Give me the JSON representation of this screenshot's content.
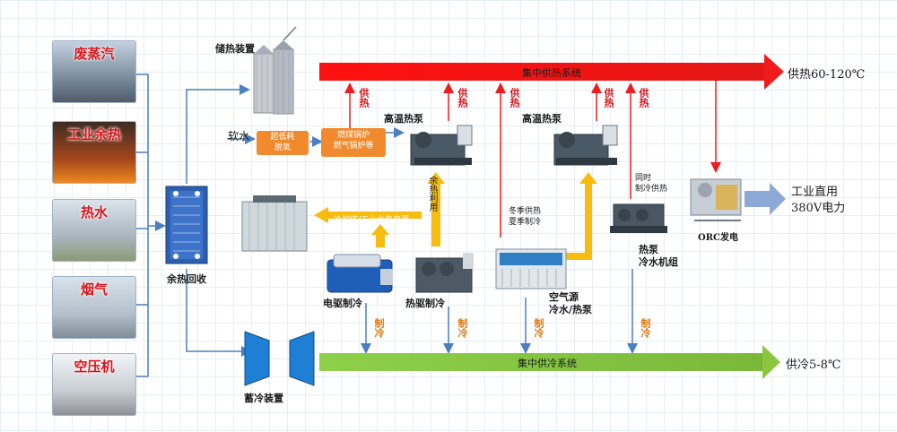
{
  "sources": [
    {
      "label": "废蒸汽"
    },
    {
      "label": "工业余热"
    },
    {
      "label": "热水"
    },
    {
      "label": "烟气"
    },
    {
      "label": "空压机"
    }
  ],
  "heat_exchanger_label": "余热回收",
  "storage_heat_label": "储热装置",
  "soft_water_label": "软水",
  "deaerator": {
    "line1": "超低耗",
    "line2": "脱氧"
  },
  "boiler": {
    "line1": "燃煤锅炉",
    "line2": "燃气锅炉等"
  },
  "heating_bar": {
    "label": "集中供热系统",
    "end_label": "供热60-120℃"
  },
  "cooling_bar": {
    "label": "集中供冷系统",
    "end_label": "供冷5-8℃"
  },
  "heat_supply_tag": "供热",
  "cold_supply_tag": "制冷",
  "hp1_label": "高温热泵",
  "hp2_label": "高温热泵",
  "waste_heat_use": "余热利用",
  "cooling_tower_arrow": "冷却塔/工业余热资源",
  "electric_chiller_label": "电驱制冷",
  "absorption_chiller_label": "热驱制冷",
  "season": {
    "line1": "冬季供热",
    "line2": "夏季制冷"
  },
  "air_source": {
    "line1": "空气源",
    "line2": "冷水/热泵"
  },
  "simultaneous": {
    "line1": "同时",
    "line2": "制冷供热"
  },
  "heat_pump_chiller": {
    "line1": "热泵",
    "line2": "冷水机组"
  },
  "orc_label": "ORC发电",
  "industrial_power": {
    "line1": "工业直用",
    "line2": "380V电力"
  },
  "cold_storage_label": "蓄冷装置",
  "colors": {
    "heat_red": "#ee1c1c",
    "cool_green": "#8cc63f",
    "flow_blue": "#4a7fc1",
    "waste_yellow": "#f7bc0f",
    "box_orange": "#f08a2c"
  }
}
